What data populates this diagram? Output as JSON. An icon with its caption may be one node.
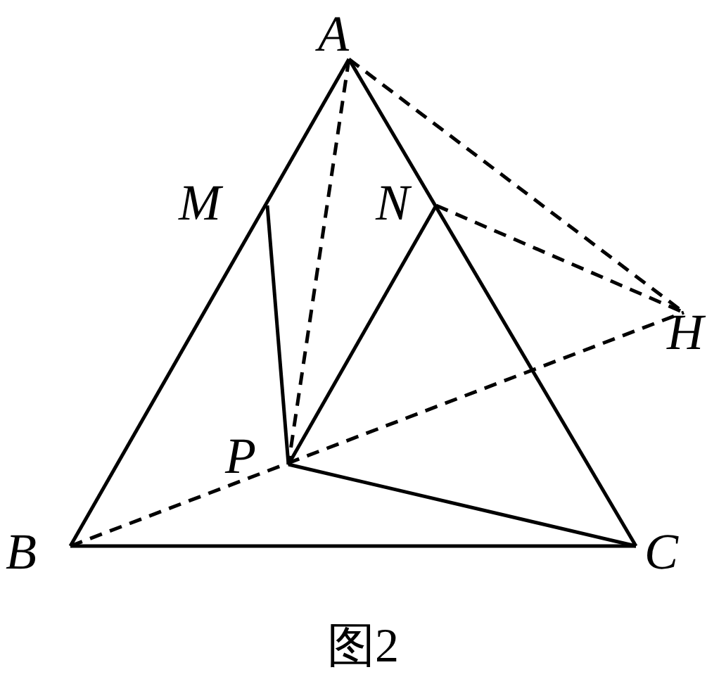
{
  "diagram": {
    "caption": "图2",
    "nodes": [
      {
        "text": [
          "A"
        ]
      },
      {
        "text": [
          "B"
        ]
      },
      {
        "text": [
          "C"
        ]
      },
      {
        "text": [
          "M"
        ]
      },
      {
        "text": [
          "N"
        ]
      },
      {
        "text": [
          "P"
        ]
      },
      {
        "text": [
          "H"
        ]
      }
    ],
    "edges": [
      {
        "from": 0,
        "to": 1,
        "arrow": "none"
      },
      {
        "from": 0,
        "to": 2,
        "arrow": "none"
      },
      {
        "from": 1,
        "to": 2,
        "arrow": "none"
      },
      {
        "from": 3,
        "to": 5,
        "arrow": "none"
      },
      {
        "from": 4,
        "to": 5,
        "arrow": "none"
      },
      {
        "from": 5,
        "to": 2,
        "arrow": "none"
      },
      {
        "from": 0,
        "to": 5,
        "arrow": "none",
        "style": "dashed"
      },
      {
        "from": 0,
        "to": 6,
        "arrow": "none",
        "style": "dashed"
      },
      {
        "from": 4,
        "to": 6,
        "arrow": "none",
        "style": "dashed"
      },
      {
        "from": 1,
        "to": 6,
        "arrow": "none",
        "style": "dashed"
      }
    ]
  }
}
